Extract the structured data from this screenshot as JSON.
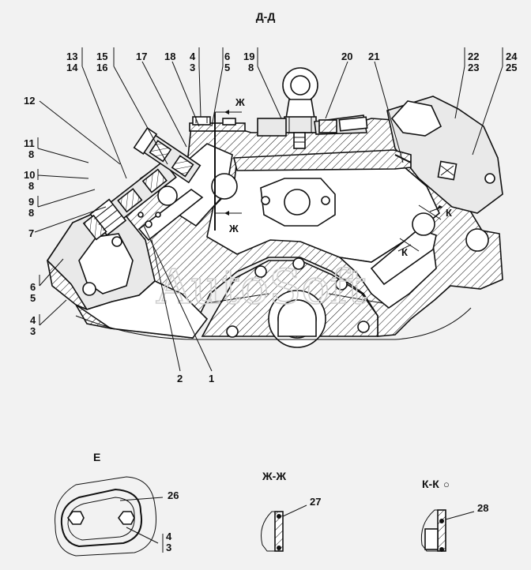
{
  "titles": {
    "main_section": "Д-Д",
    "view_e": "Е",
    "section_zh": "Ж-Ж",
    "section_k": "К-К",
    "section_k_symbol": "○"
  },
  "watermark": "AutoSoft",
  "section_marks": {
    "zh": "Ж",
    "k": "К"
  },
  "callouts": {
    "c1": "1",
    "c2": "2",
    "c7": "7",
    "c12": "12",
    "c11_8": [
      "11",
      "8"
    ],
    "c10_8": [
      "10",
      "8"
    ],
    "c9_8": [
      "9",
      "8"
    ],
    "c6_5_left": [
      "6",
      "5"
    ],
    "c4_3_left": [
      "4",
      "3"
    ],
    "c13_14": [
      "13",
      "14"
    ],
    "c15_16": [
      "15",
      "16"
    ],
    "c17": "17",
    "c18": "18",
    "c4_3_top": [
      "4",
      "3"
    ],
    "c6_5_top": [
      "6",
      "5"
    ],
    "c19_8": [
      "19",
      "8"
    ],
    "c20": "20",
    "c21": "21",
    "c22_23": [
      "22",
      "23"
    ],
    "c24_25": [
      "24",
      "25"
    ],
    "c26": "26",
    "c4_3_e": [
      "4",
      "3"
    ],
    "c27": "27",
    "c28": "28"
  },
  "colors": {
    "ink": "#111111",
    "paper": "#f2f2f2",
    "watermark": "#cfcfcf"
  }
}
